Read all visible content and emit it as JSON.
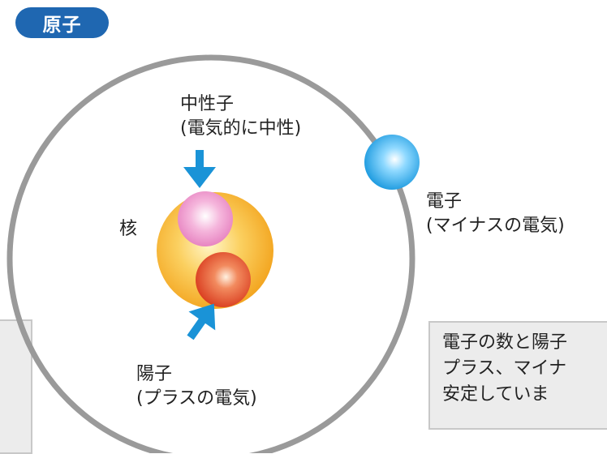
{
  "title": "原子",
  "labels": {
    "neutron": "中性子\n(電気的に中性)",
    "nucleus": "核",
    "electron": "電子\n(マイナスの電気)",
    "proton": "陽子\n(プラスの電気)"
  },
  "note": "電子の数と陽子\nプラス、マイナ\n安定していま",
  "colors": {
    "title_bg": "#1f67b1",
    "orbit": "#9a9a9a",
    "arrow": "#1a93d7",
    "nucleus": "#f7b12a",
    "neutron": "#ec8cc4",
    "proton": "#e24a26",
    "electron": "#1fa6e8"
  }
}
